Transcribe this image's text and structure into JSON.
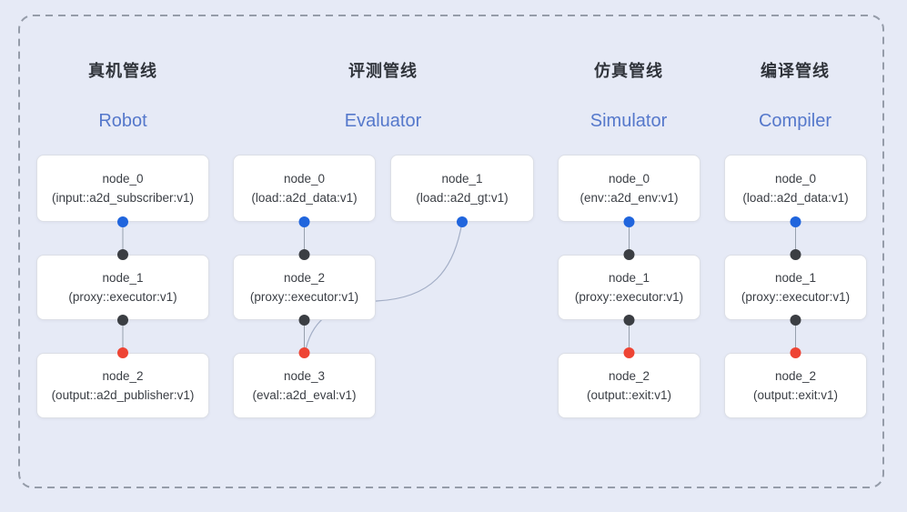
{
  "colors": {
    "background": "#e6eaf6",
    "frame_dash": "#959ca9",
    "node_bg": "#ffffff",
    "node_border": "#dcdfe6",
    "node_text": "#3a3e44",
    "title_text": "#2f333a",
    "subtitle_text": "#5578cb",
    "edge": "#97a0ad",
    "curve_edge": "#a3aec6",
    "port_source": "#2065dd",
    "port_executor": "#3b3e43",
    "port_sink": "#ee4434"
  },
  "pipelines": [
    {
      "title": "真机管线",
      "subtitle": "Robot",
      "nodes": [
        {
          "name": "node_0",
          "type": "(input::a2d_subscriber:v1)"
        },
        {
          "name": "node_1",
          "type": "(proxy::executor:v1)"
        },
        {
          "name": "node_2",
          "type": "(output::a2d_publisher:v1)"
        }
      ]
    },
    {
      "title": "评测管线",
      "subtitle": "Evaluator",
      "nodes": [
        {
          "name": "node_0",
          "type": "(load::a2d_data:v1)"
        },
        {
          "name": "node_1",
          "type": "(load::a2d_gt:v1)"
        },
        {
          "name": "node_2",
          "type": "(proxy::executor:v1)"
        },
        {
          "name": "node_3",
          "type": "(eval::a2d_eval:v1)"
        }
      ]
    },
    {
      "title": "仿真管线",
      "subtitle": "Simulator",
      "nodes": [
        {
          "name": "node_0",
          "type": "(env::a2d_env:v1)"
        },
        {
          "name": "node_1",
          "type": "(proxy::executor:v1)"
        },
        {
          "name": "node_2",
          "type": "(output::exit:v1)"
        }
      ]
    },
    {
      "title": "编译管线",
      "subtitle": "Compiler",
      "nodes": [
        {
          "name": "node_0",
          "type": "(load::a2d_data:v1)"
        },
        {
          "name": "node_1",
          "type": "(proxy::executor:v1)"
        },
        {
          "name": "node_2",
          "type": "(output::exit:v1)"
        }
      ]
    }
  ]
}
